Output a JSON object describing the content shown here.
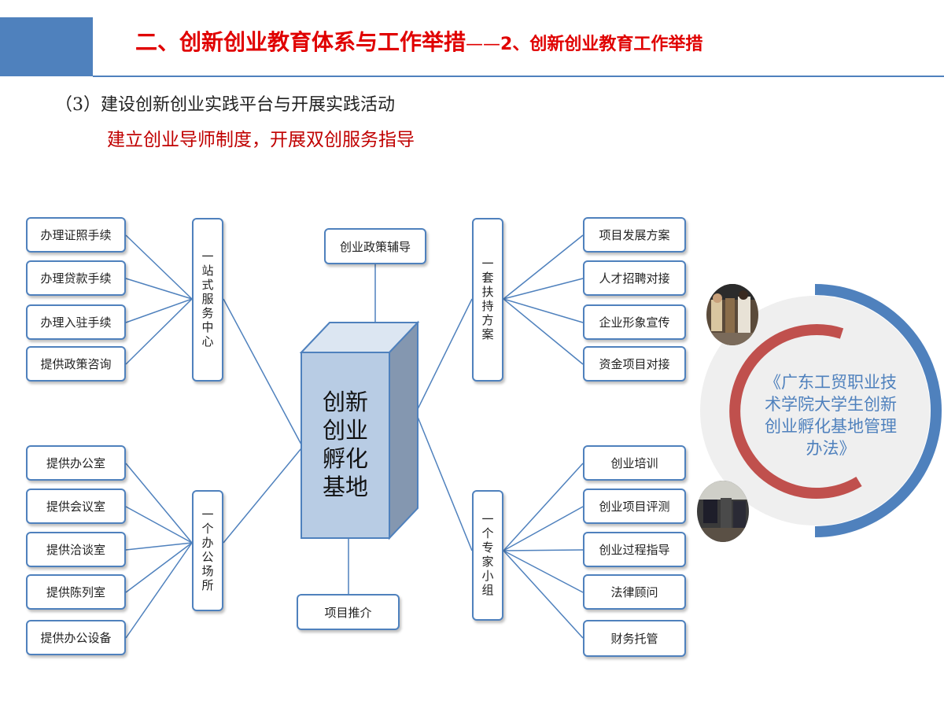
{
  "header": {
    "title_main": "二、创新创业教育体系与工作举措",
    "title_dash": "——",
    "title_sub": "2、创新创业教育工作举措"
  },
  "section_title": "（3）建设创新创业实践平台与开展实践活动",
  "subtitle": "建立创业导师制度，开展双创服务指导",
  "center": {
    "label_line1": "创新",
    "label_line2": "创业",
    "label_line3": "孵化",
    "label_line4": "基地",
    "top_node": "创业政策辅导",
    "bottom_node": "项目推介"
  },
  "groups": {
    "left_top": {
      "label": "一站式服务中心",
      "items": [
        "办理证照手续",
        "办理贷款手续",
        "办理入驻手续",
        "提供政策咨询"
      ]
    },
    "left_bottom": {
      "label": "一个办公场所",
      "items": [
        "提供办公室",
        "提供会议室",
        "提供洽谈室",
        "提供陈列室",
        "提供办公设备"
      ]
    },
    "right_top": {
      "label": "一套扶持方案",
      "items": [
        "项目发展方案",
        "人才招聘对接",
        "企业形象宣传",
        "资金项目对接"
      ]
    },
    "right_bottom": {
      "label": "一个专家小组",
      "items": [
        "创业培训",
        "创业项目评测",
        "创业过程指导",
        "法律顾问",
        "财务托管"
      ]
    }
  },
  "ring_text": "《广东工贸职业技术学院大学生创新创业孵化基地管理办法》",
  "colors": {
    "accent_blue": "#4f81bd",
    "title_red": "#e00000",
    "ring_red": "#c0504d",
    "hub_fill": "#b8cce4"
  }
}
